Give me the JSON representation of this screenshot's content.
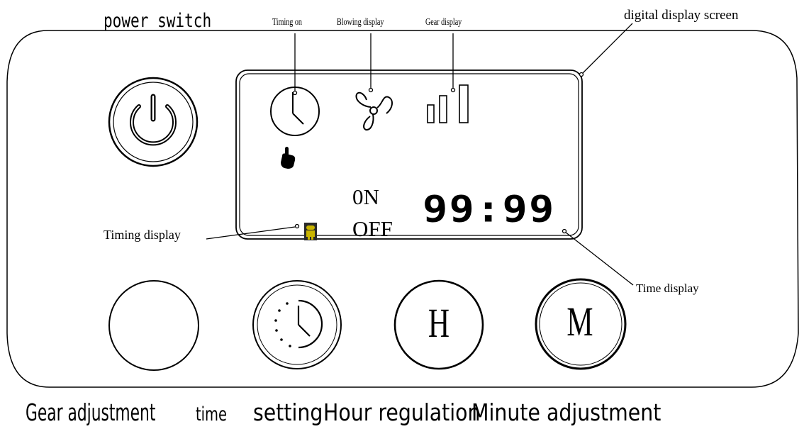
{
  "labels": {
    "power_switch": "power switch",
    "timing_on": "Timing on",
    "blowing_display": "Blowing display",
    "gear_display": "Gear display",
    "digital_display_screen": "digital display screen",
    "timing_display": "Timing display",
    "time_display": "Time display",
    "gear_adjustment": "Gear adjustment",
    "time_word": "time",
    "setting_word": "setting",
    "hour_regulation": "Hour regulation",
    "minute_adjustment": "Minute adjustment"
  },
  "screen": {
    "on_text": "0N",
    "off_text": "OFF",
    "time_value": "99:99"
  },
  "buttons": {
    "hour_letter": "H",
    "minute_letter": "M"
  },
  "icons": {
    "power": "power-icon",
    "clock": "clock-icon",
    "fan": "fan-icon",
    "gear_bars": "signal-bars-icon",
    "hand": "pointing-hand-icon",
    "android": "android-icon",
    "timer": "timer-icon"
  },
  "colors": {
    "line": "#000000",
    "android_bg": "#2a2a2a",
    "android_fg": "#c9b400"
  }
}
